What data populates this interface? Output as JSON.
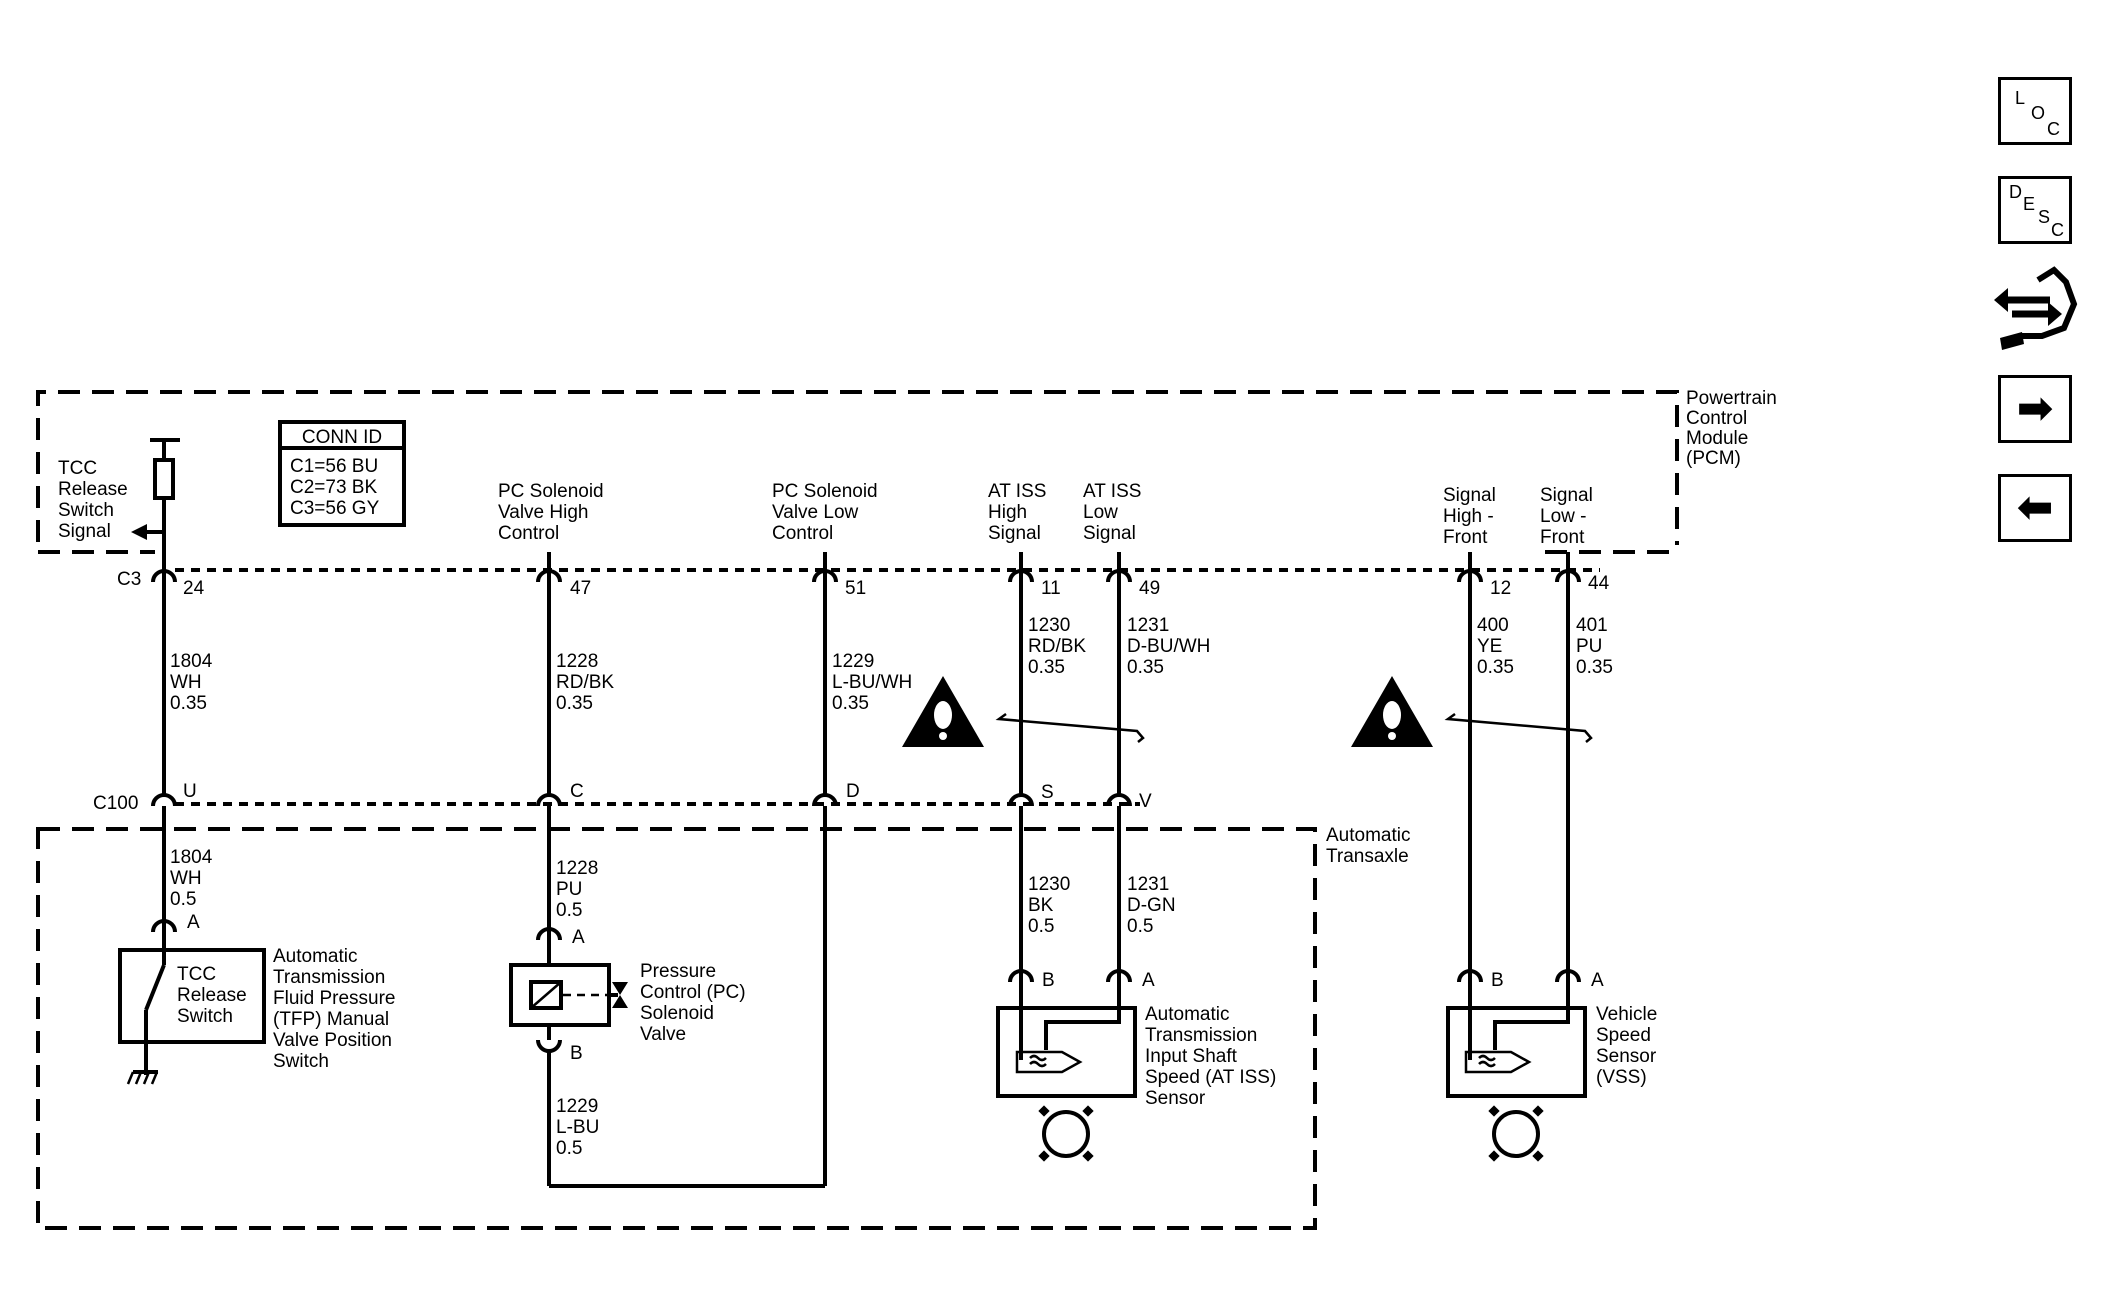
{
  "diagram": {
    "module_label": [
      "Powertrain",
      "Control",
      "Module",
      "(PCM)"
    ],
    "transaxle_label": [
      "Automatic",
      "Transaxle"
    ],
    "conn_id": {
      "title": "CONN ID",
      "lines": [
        "C1=56 BU",
        "C2=73 BK",
        "C3=56 GY"
      ]
    },
    "connectors": {
      "c3": "C3",
      "c100": "C100"
    },
    "circuits": [
      {
        "pcm_label": [
          "TCC",
          "Release",
          "Switch",
          "Signal"
        ],
        "pcm_pin": "24",
        "upper_wire": [
          "1804",
          "WH",
          "0.35"
        ],
        "c100_pin": "U",
        "lower_wire": [
          "1804",
          "WH",
          "0.5"
        ],
        "component_pin": "A"
      },
      {
        "pcm_label": [
          "PC Solenoid",
          "Valve High",
          "Control"
        ],
        "pcm_pin": "47",
        "upper_wire": [
          "1228",
          "RD/BK",
          "0.35"
        ],
        "c100_pin": "C",
        "lower_wire": [
          "1228",
          "PU",
          "0.5"
        ],
        "component_pin": "A"
      },
      {
        "pcm_label": [
          "PC Solenoid",
          "Valve Low",
          "Control"
        ],
        "pcm_pin": "51",
        "upper_wire": [
          "1229",
          "L-BU/WH",
          "0.35"
        ],
        "c100_pin": "D"
      },
      {
        "pcm_label": [
          "AT ISS",
          "High",
          "Signal"
        ],
        "pcm_pin": "11",
        "upper_wire": [
          "1230",
          "RD/BK",
          "0.35"
        ],
        "c100_pin": "S",
        "lower_wire": [
          "1230",
          "BK",
          "0.5"
        ],
        "component_pin": "B"
      },
      {
        "pcm_label": [
          "AT ISS",
          "Low",
          "Signal"
        ],
        "pcm_pin": "49",
        "upper_wire": [
          "1231",
          "D-BU/WH",
          "0.35"
        ],
        "c100_pin": "V",
        "lower_wire": [
          "1231",
          "D-GN",
          "0.5"
        ],
        "component_pin": "A"
      },
      {
        "pcm_label": [
          "Signal",
          "High -",
          "Front"
        ],
        "pcm_pin": "12",
        "upper_wire": [
          "400",
          "YE",
          "0.35"
        ],
        "component_pin": "B"
      },
      {
        "pcm_label": [
          "Signal",
          "Low -",
          "Front"
        ],
        "pcm_pin": "44",
        "upper_wire": [
          "401",
          "PU",
          "0.35"
        ],
        "component_pin": "A"
      }
    ],
    "solenoid_low_wire": [
      "1229",
      "L-BU",
      "0.5"
    ],
    "solenoid_pin_b": "B",
    "tcc_switch_inner": [
      "TCC",
      "Release",
      "Switch"
    ],
    "tfp_switch_label": [
      "Automatic",
      "Transmission",
      "Fluid Pressure",
      "(TFP) Manual",
      "Valve Position",
      "Switch"
    ],
    "pc_solenoid_label": [
      "Pressure",
      "Control (PC)",
      "Solenoid",
      "Valve"
    ],
    "iss_sensor_label": [
      "Automatic",
      "Transmission",
      "Input Shaft",
      "Speed (AT ISS)",
      "Sensor"
    ],
    "vss_sensor_label": [
      "Vehicle",
      "Speed",
      "Sensor",
      "(VSS)"
    ],
    "warning_icon": "caution-triangle-icon"
  },
  "toolbar": {
    "loc": [
      "L",
      "O",
      "C"
    ],
    "desc": [
      "D",
      "E",
      "S",
      "C"
    ],
    "wrench_icon": "reverse-wrench-icon",
    "next_icon": "right-arrow-icon",
    "back_icon": "left-arrow-icon"
  }
}
